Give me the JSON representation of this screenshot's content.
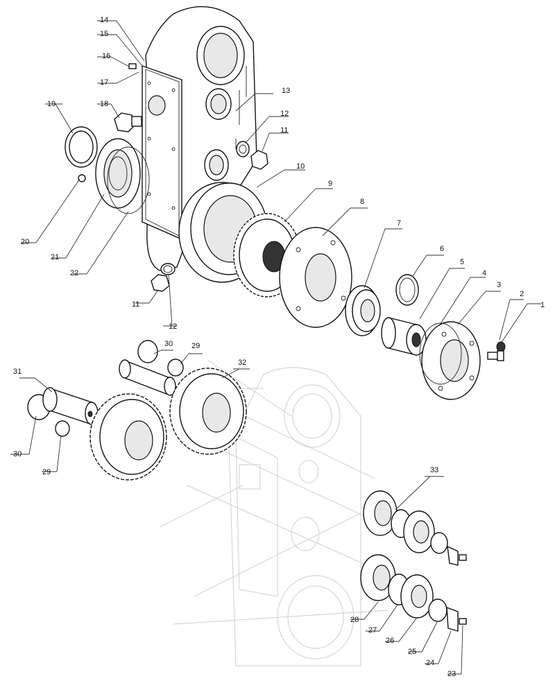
{
  "callouts": [
    {
      "id": "c1",
      "text": "1"
    },
    {
      "id": "c2",
      "text": "2"
    },
    {
      "id": "c3",
      "text": "3"
    },
    {
      "id": "c4",
      "text": "4"
    },
    {
      "id": "c5",
      "text": "5"
    },
    {
      "id": "c6",
      "text": "6"
    },
    {
      "id": "c7",
      "text": "7"
    },
    {
      "id": "c8",
      "text": "8"
    },
    {
      "id": "c9",
      "text": "9"
    },
    {
      "id": "c10",
      "text": "10"
    },
    {
      "id": "c11a",
      "text": "11"
    },
    {
      "id": "c11b",
      "text": "11"
    },
    {
      "id": "c12a",
      "text": "12"
    },
    {
      "id": "c12b",
      "text": "12"
    },
    {
      "id": "c13",
      "text": "13"
    },
    {
      "id": "c14",
      "text": "14"
    },
    {
      "id": "c15",
      "text": "15"
    },
    {
      "id": "c16",
      "text": "16"
    },
    {
      "id": "c17",
      "text": "17"
    },
    {
      "id": "c18",
      "text": "18"
    },
    {
      "id": "c19",
      "text": "19"
    },
    {
      "id": "c20",
      "text": "20"
    },
    {
      "id": "c21",
      "text": "21"
    },
    {
      "id": "c22",
      "text": "22"
    },
    {
      "id": "c23",
      "text": "23"
    },
    {
      "id": "c24",
      "text": "24"
    },
    {
      "id": "c25",
      "text": "25"
    },
    {
      "id": "c26",
      "text": "26"
    },
    {
      "id": "c27",
      "text": "27"
    },
    {
      "id": "c28",
      "text": "28"
    },
    {
      "id": "c29a",
      "text": "29"
    },
    {
      "id": "c29b",
      "text": "29"
    },
    {
      "id": "c30a",
      "text": "30"
    },
    {
      "id": "c30b",
      "text": "30"
    },
    {
      "id": "c31",
      "text": "31"
    },
    {
      "id": "c32",
      "text": "32"
    },
    {
      "id": "c33",
      "text": "33"
    }
  ]
}
